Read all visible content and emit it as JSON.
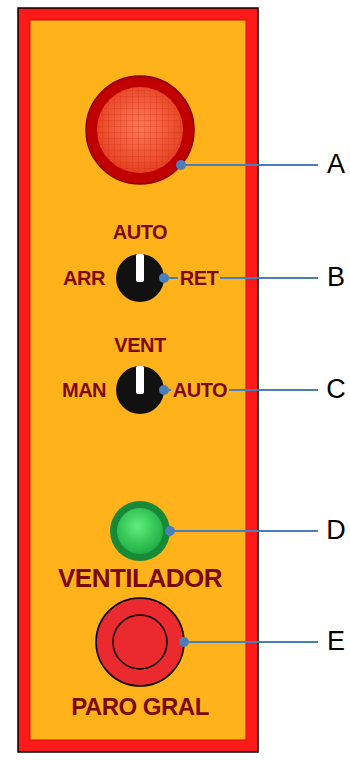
{
  "diagram": {
    "nodes": [
      {
        "text": [
          "AUTO",
          "ARR",
          "RET"
        ]
      },
      {
        "text": [
          "VENT",
          "MAN",
          "AUTO"
        ]
      },
      {
        "text": [
          "VENTILADOR"
        ]
      },
      {
        "text": [
          "PARO GRAL"
        ]
      }
    ],
    "labels": [
      "A",
      "B",
      "C",
      "D",
      "E"
    ]
  }
}
